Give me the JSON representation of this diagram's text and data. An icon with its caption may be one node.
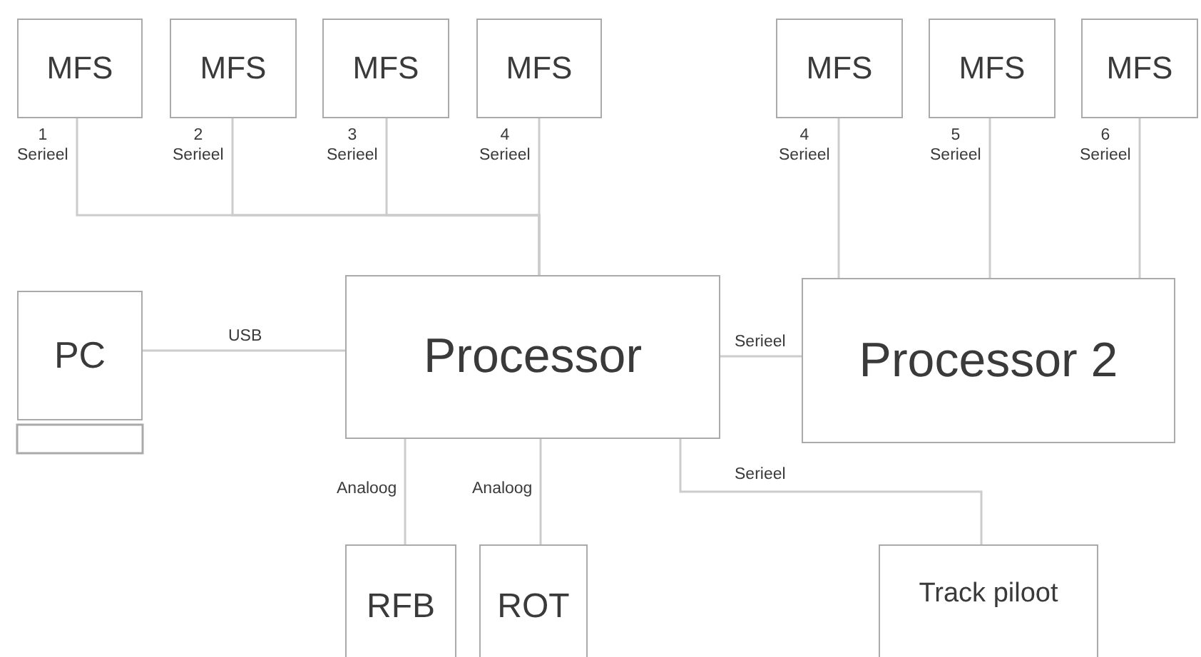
{
  "diagram": {
    "nodes": [
      {
        "text": [
          "MFS"
        ]
      },
      {
        "text": [
          "MFS"
        ]
      },
      {
        "text": [
          "MFS"
        ]
      },
      {
        "text": [
          "MFS"
        ]
      },
      {
        "text": [
          "MFS"
        ]
      },
      {
        "text": [
          "MFS"
        ]
      },
      {
        "text": [
          "MFS"
        ]
      },
      {
        "text": [
          "PC"
        ]
      },
      {
        "text": [
          "Processor"
        ]
      },
      {
        "text": [
          "Processor 2"
        ]
      },
      {
        "text": [
          "RFB"
        ]
      },
      {
        "text": [
          "ROT"
        ]
      },
      {
        "text": [
          "Track piloot"
        ]
      }
    ],
    "edges": [
      {
        "from": 0,
        "to": 8,
        "arrow": "none",
        "label": "1 Serieel"
      },
      {
        "from": 1,
        "to": 8,
        "arrow": "none",
        "label": "2 Serieel"
      },
      {
        "from": 2,
        "to": 8,
        "arrow": "none",
        "label": "3 Serieel"
      },
      {
        "from": 3,
        "to": 8,
        "arrow": "none",
        "label": "4 Serieel"
      },
      {
        "from": 4,
        "to": 9,
        "arrow": "none",
        "label": "4 Serieel"
      },
      {
        "from": 5,
        "to": 9,
        "arrow": "none",
        "label": "5 Serieel"
      },
      {
        "from": 6,
        "to": 9,
        "arrow": "none",
        "label": "6 Serieel"
      },
      {
        "from": 7,
        "to": 8,
        "arrow": "none",
        "label": "USB"
      },
      {
        "from": 8,
        "to": 9,
        "arrow": "none",
        "label": "Serieel"
      },
      {
        "from": 8,
        "to": 10,
        "arrow": "none",
        "label": "Analoog"
      },
      {
        "from": 8,
        "to": 11,
        "arrow": "none",
        "label": "Analoog"
      },
      {
        "from": 8,
        "to": 12,
        "arrow": "none",
        "label": "Serieel"
      }
    ]
  }
}
